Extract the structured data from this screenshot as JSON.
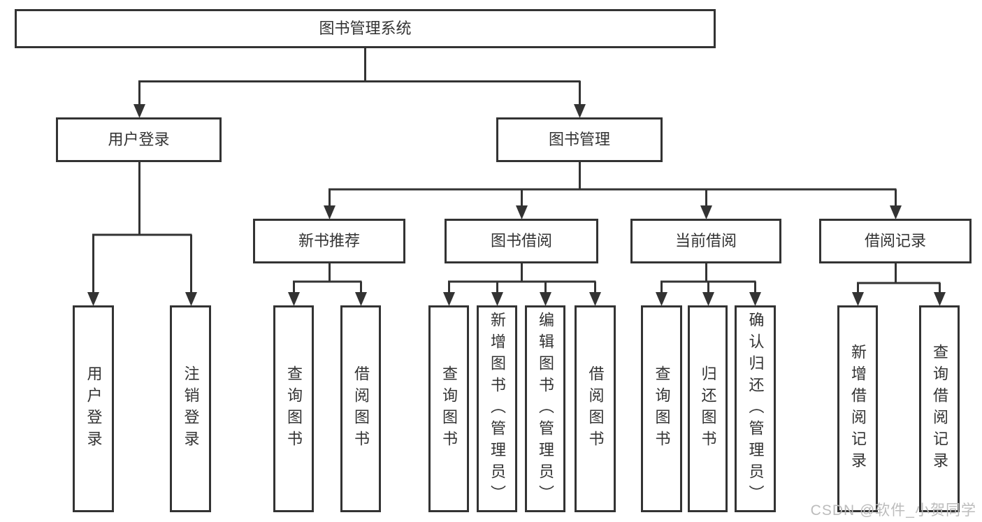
{
  "diagram_title": "图书管理系统",
  "tree": {
    "label": "图书管理系统",
    "children": [
      {
        "label": "用户登录",
        "children": [
          {
            "label": "用户登录"
          },
          {
            "label": "注销登录"
          }
        ]
      },
      {
        "label": "图书管理",
        "children": [
          {
            "label": "新书推荐",
            "children": [
              {
                "label": "查询图书"
              },
              {
                "label": "借阅图书"
              }
            ]
          },
          {
            "label": "图书借阅",
            "children": [
              {
                "label": "查询图书"
              },
              {
                "label": "新增图书（管理员）"
              },
              {
                "label": "编辑图书（管理员）"
              },
              {
                "label": "借阅图书"
              }
            ]
          },
          {
            "label": "当前借阅",
            "children": [
              {
                "label": "查询图书"
              },
              {
                "label": "归还图书"
              },
              {
                "label": "确认归还（管理员）"
              }
            ]
          },
          {
            "label": "借阅记录",
            "children": [
              {
                "label": "新增借阅记录"
              },
              {
                "label": "查询借阅记录"
              }
            ]
          }
        ]
      }
    ]
  },
  "watermark": {
    "text": "CSDN @软件_小贺同学"
  },
  "colors": {
    "line": "#333333",
    "box_border": "#333333",
    "text": "#333333",
    "box_background": "#ffffff",
    "page_background": "#ffffff",
    "watermark": "#bcbcbc"
  }
}
